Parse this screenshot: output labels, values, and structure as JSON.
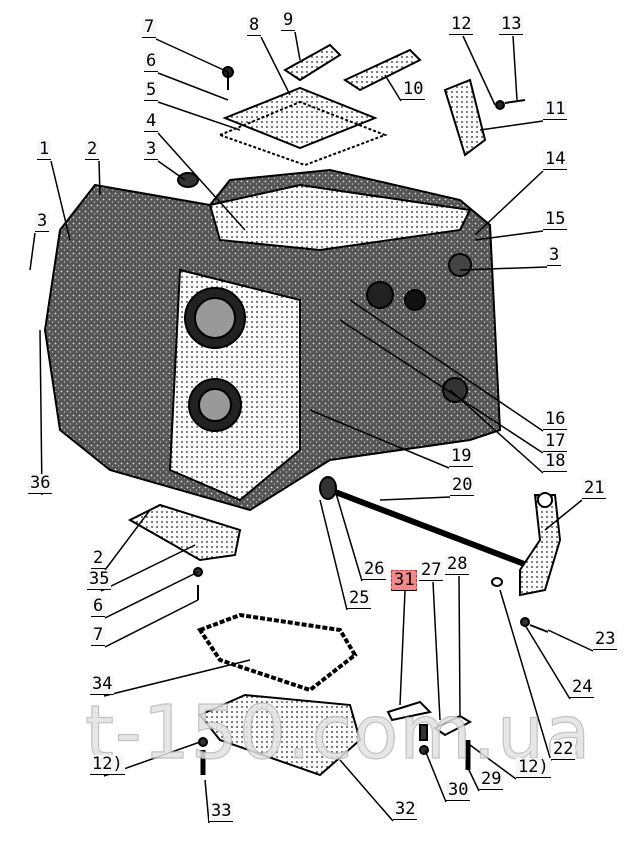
{
  "diagram": {
    "watermark": "t-150.com.ua",
    "highlight_color": "#f08a8a",
    "labels": [
      "7",
      "8",
      "9",
      "12",
      "13",
      "6",
      "5",
      "10",
      "11",
      "4",
      "3",
      "1",
      "2",
      "14",
      "3",
      "15",
      "3",
      "16",
      "17",
      "18",
      "19",
      "36",
      "20",
      "21",
      "2",
      "26",
      "31",
      "27",
      "28",
      "25",
      "35",
      "6",
      "7",
      "23",
      "24",
      "34",
      "22",
      "12)",
      "12)",
      "29",
      "30",
      "33",
      "32"
    ],
    "highlighted_label": "31"
  }
}
